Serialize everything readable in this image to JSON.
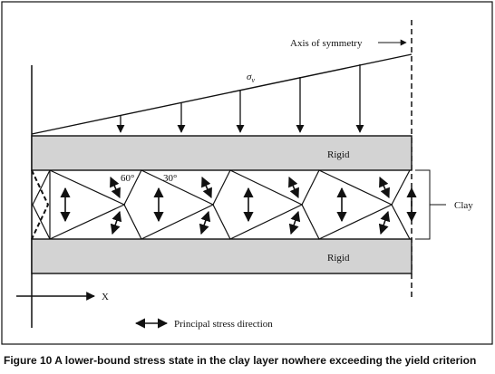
{
  "labels": {
    "axis_of_symmetry": "Axis of symmetry",
    "sigma": "σ",
    "sigma_sub": "v",
    "rigid_top": "Rigid",
    "rigid_bottom": "Rigid",
    "clay": "Clay",
    "angle_60": "60°",
    "angle_30": "30°",
    "x_axis": "X",
    "legend": "Principal stress direction"
  },
  "caption": {
    "figure_number": "Figure 10",
    "text": " A lower-bound stress state in the clay layer nowhere exceeding the yield criterion"
  },
  "colors": {
    "rigid_fill": "#d3d3d3",
    "line": "#111111",
    "border": "#111111"
  }
}
